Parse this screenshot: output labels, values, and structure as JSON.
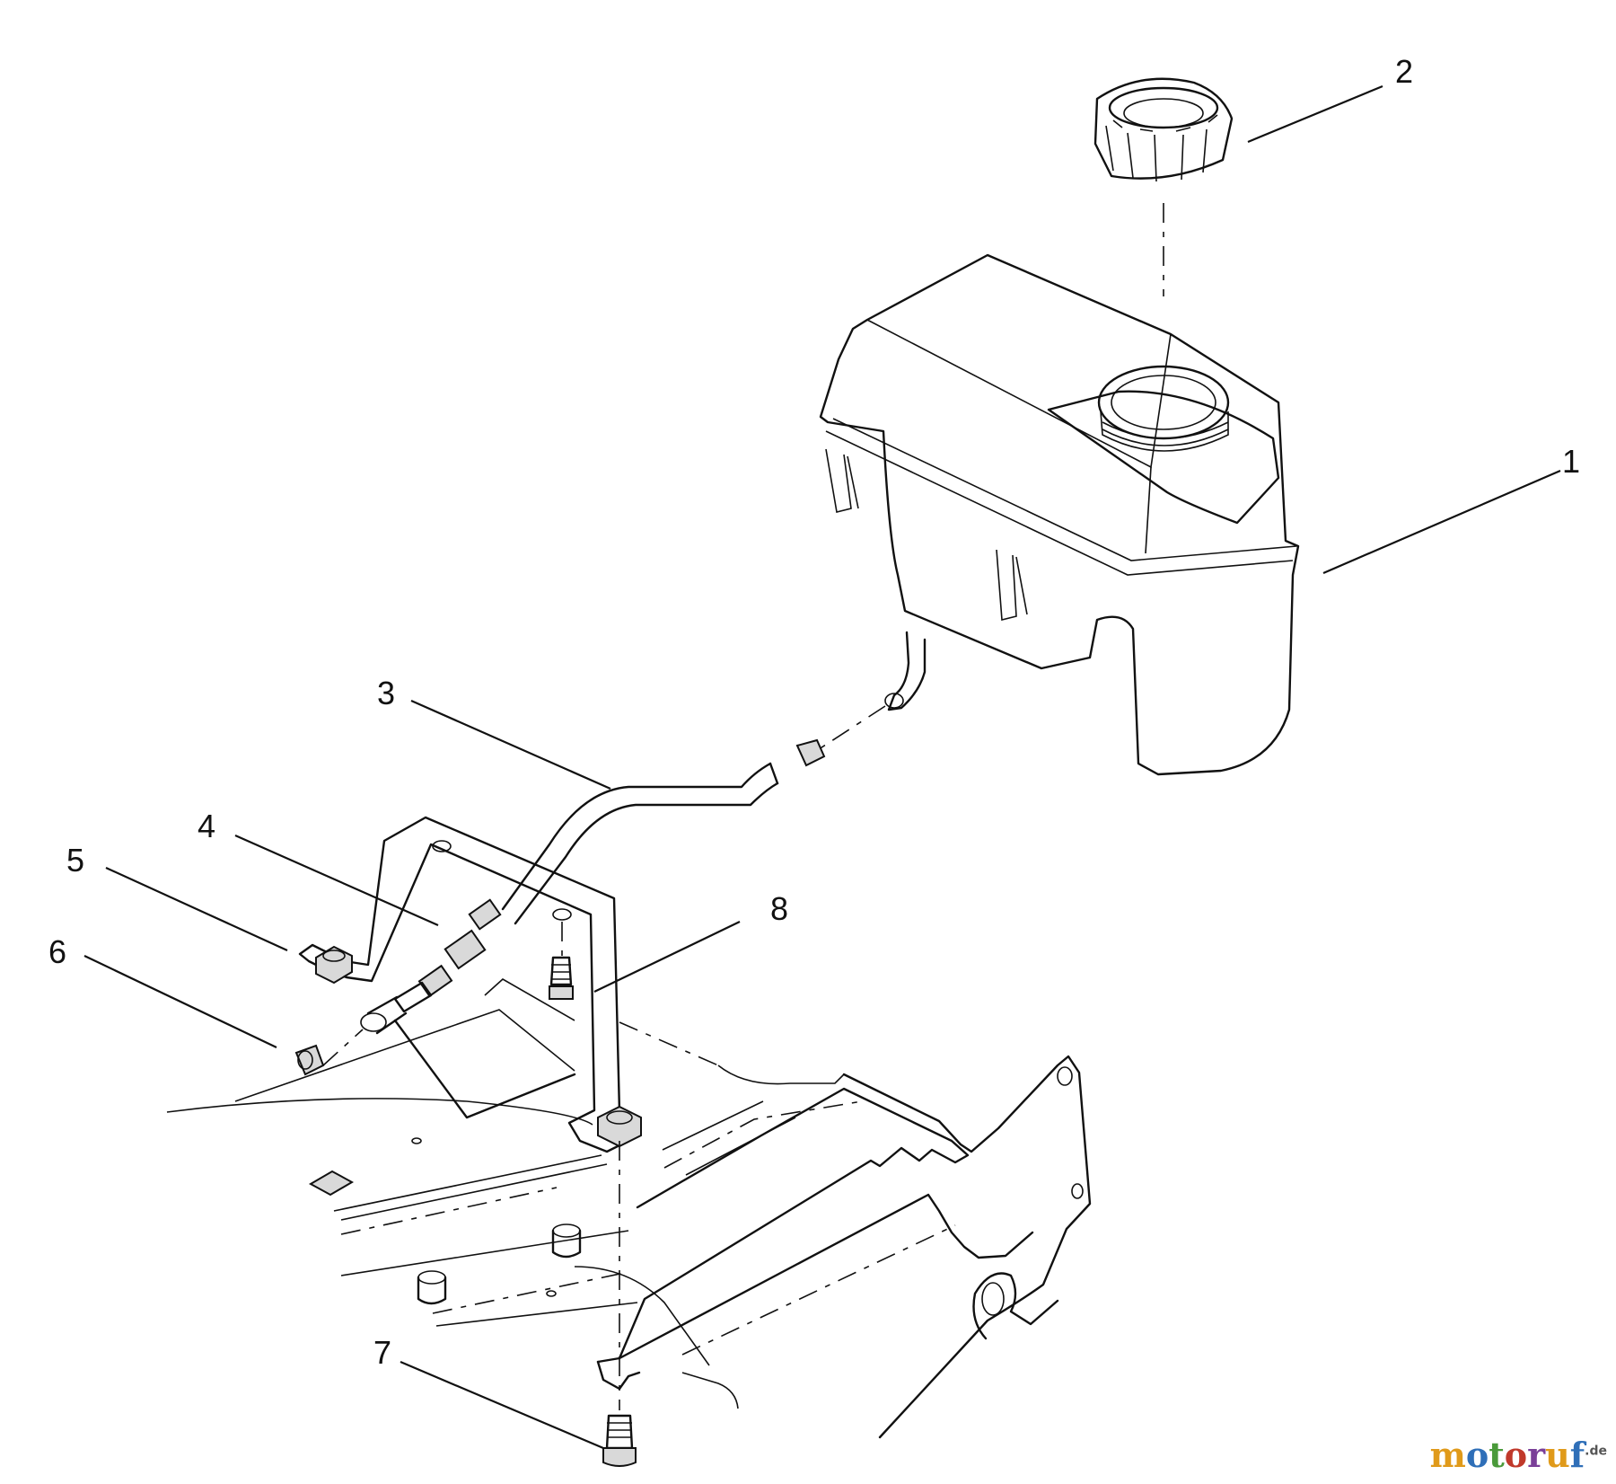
{
  "diagram": {
    "callouts": [
      {
        "id": "1",
        "label": "1"
      },
      {
        "id": "2",
        "label": "2"
      },
      {
        "id": "3",
        "label": "3"
      },
      {
        "id": "4",
        "label": "4"
      },
      {
        "id": "5",
        "label": "5"
      },
      {
        "id": "6",
        "label": "6"
      },
      {
        "id": "7",
        "label": "7"
      },
      {
        "id": "8",
        "label": "8"
      }
    ]
  },
  "watermark": {
    "text": "motoruf",
    "suffix": ".de"
  },
  "colors": {
    "line": "#111111",
    "background": "#ffffff"
  }
}
